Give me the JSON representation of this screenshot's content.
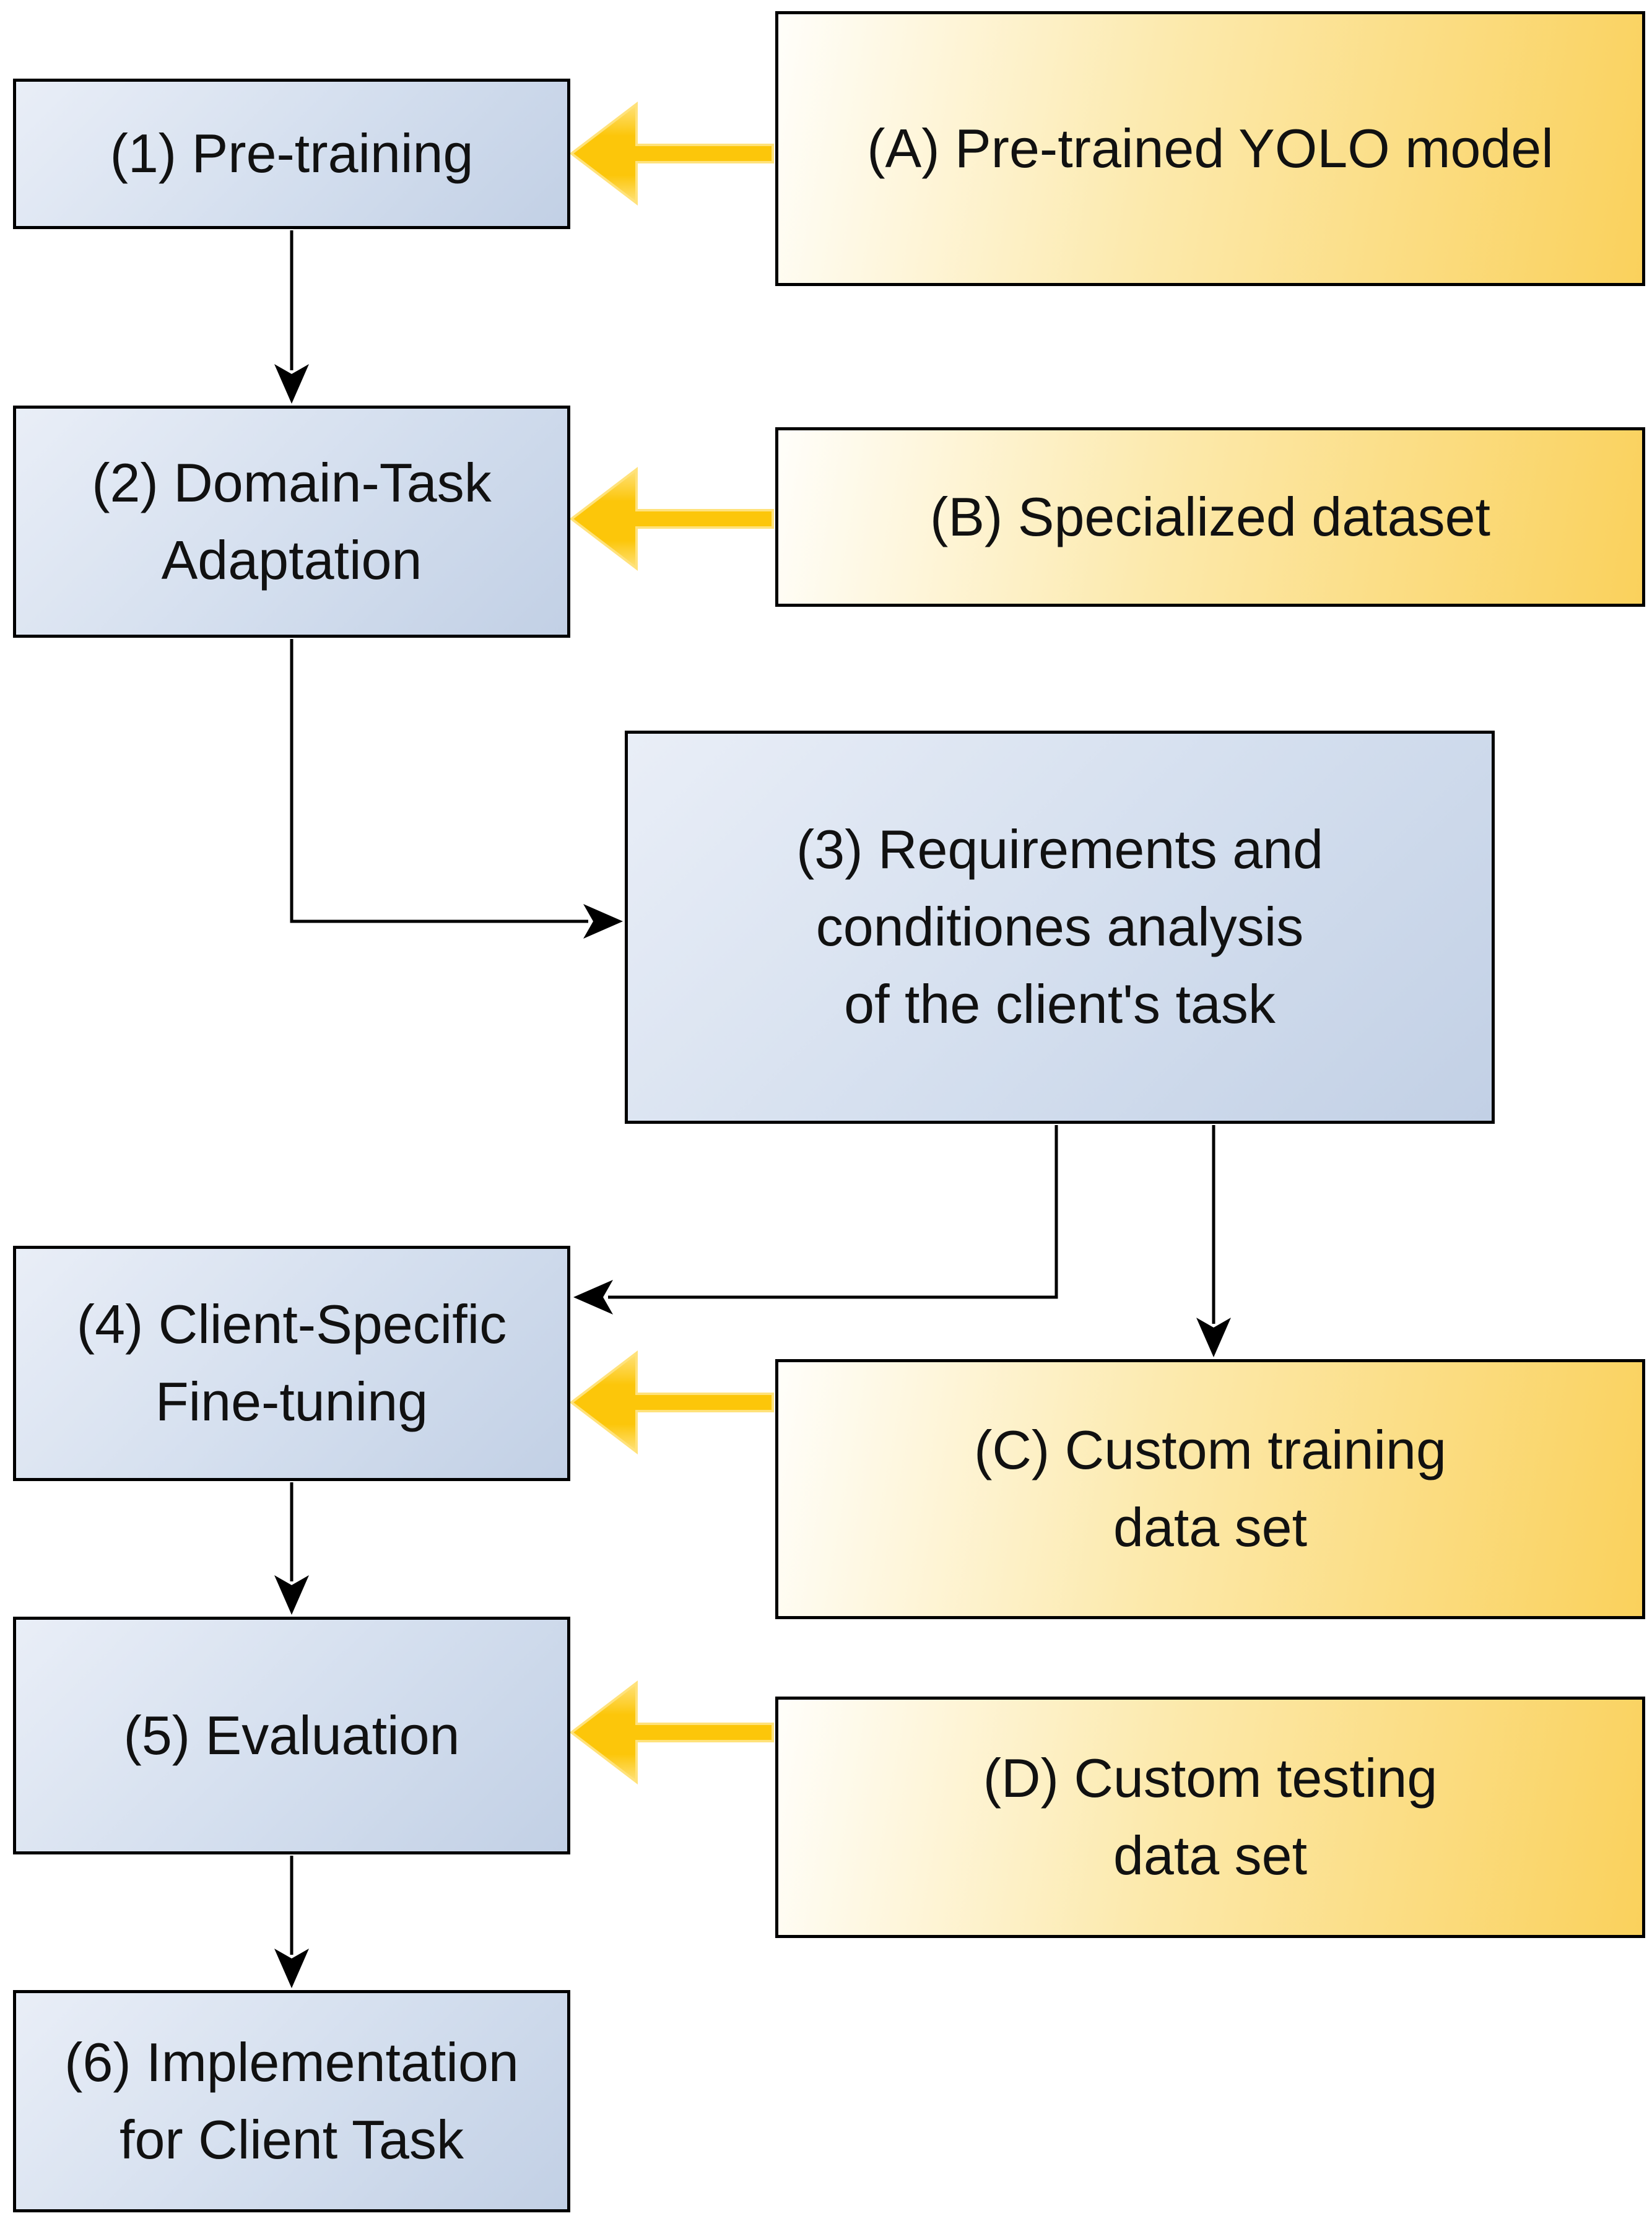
{
  "diagram": {
    "type": "flowchart",
    "description": "YOLO model customization pipeline",
    "nodes": {
      "step1": {
        "kind": "process",
        "lines": [
          "(1) Pre-training"
        ]
      },
      "step2": {
        "kind": "process",
        "lines": [
          "(2) Domain-Task",
          "Adaptation"
        ]
      },
      "step3": {
        "kind": "process",
        "lines": [
          "(3) Requirements and",
          "conditiones analysis",
          "of the client's task"
        ]
      },
      "step4": {
        "kind": "process",
        "lines": [
          "(4) Client-Specific",
          "Fine-tuning"
        ]
      },
      "step5": {
        "kind": "process",
        "lines": [
          "(5) Evaluation"
        ]
      },
      "step6": {
        "kind": "process",
        "lines": [
          "(6) Implementation",
          "for Client Task"
        ]
      },
      "resourceA": {
        "kind": "resource",
        "lines": [
          "(A) Pre-trained YOLO model"
        ]
      },
      "resourceB": {
        "kind": "resource",
        "lines": [
          "(B) Specialized dataset"
        ]
      },
      "resourceC": {
        "kind": "resource",
        "lines": [
          "(C) Custom training",
          "data set"
        ]
      },
      "resourceD": {
        "kind": "resource",
        "lines": [
          "(D) Custom testing",
          "data set"
        ]
      }
    },
    "connections": [
      {
        "from": "resourceA",
        "to": "step1",
        "type": "resource-input-block-arrow"
      },
      {
        "from": "step1",
        "to": "step2",
        "type": "flow"
      },
      {
        "from": "resourceB",
        "to": "step2",
        "type": "resource-input-block-arrow"
      },
      {
        "from": "step2",
        "to": "step3",
        "type": "flow"
      },
      {
        "from": "step3",
        "to": "step4",
        "type": "flow"
      },
      {
        "from": "step3",
        "to": "resourceC",
        "type": "flow"
      },
      {
        "from": "resourceC",
        "to": "step4",
        "type": "resource-input-block-arrow"
      },
      {
        "from": "step4",
        "to": "step5",
        "type": "flow"
      },
      {
        "from": "resourceD",
        "to": "step5",
        "type": "resource-input-block-arrow"
      },
      {
        "from": "step5",
        "to": "step6",
        "type": "flow"
      }
    ]
  },
  "palette": {
    "process_fill_light": "#e9eef7",
    "process_fill_dark": "#c2d0e5",
    "resource_fill_light": "#fffefa",
    "resource_fill_dark": "#fad15c",
    "box_border": "#000000",
    "connector": "#000000",
    "flow_arrow_fill": "#fcc60a",
    "flow_arrow_highlight": "#ffe27b",
    "text": "#111111"
  }
}
